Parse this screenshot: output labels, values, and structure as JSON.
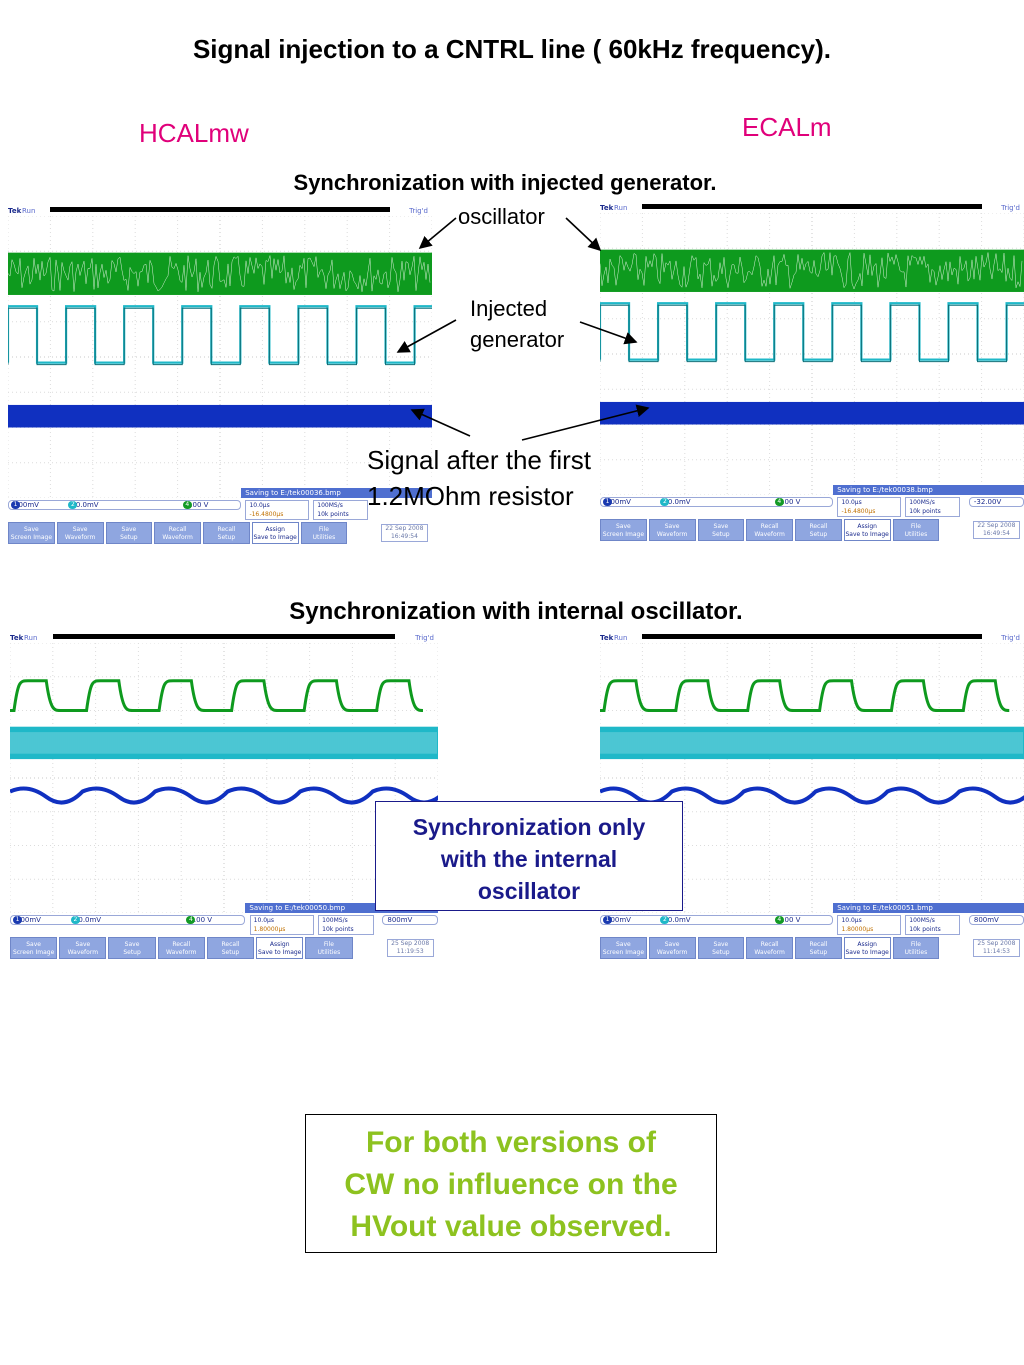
{
  "title": "Signal injection to a  CNTRL line ( 60kHz frequency).",
  "label_left": "HCALmw",
  "label_right": "ECALm",
  "section1_title": "Synchronization with injected generator.",
  "section2_title": "Synchronization with internal oscillator.",
  "annotations": {
    "oscillator": "oscillator",
    "injected_line1": "Injected",
    "injected_line2": "generator",
    "signal_line1": "Signal after the first",
    "signal_line2": "1.2MOhm resistor"
  },
  "internal_note": [
    "Synchronization only",
    "with the internal",
    "oscillator"
  ],
  "conclusion": [
    "For both versions of",
    "CW no influence on the",
    "HVout value observed."
  ],
  "colors": {
    "pink": "#e0007a",
    "green_trace": "#0e9a1e",
    "cyan_trace": "#1fb8c8",
    "blue_trace": "#1030c0",
    "lime_text": "#8dc21f",
    "navy_text": "#1a1a8a"
  },
  "scope_common": {
    "brand": "Tek",
    "state": "Run",
    "trigger": "Trig'd",
    "ch1_scale": "500mV",
    "ch4_scale": "5.00 V",
    "timebase": "10.0µs",
    "buttons": [
      [
        "Save",
        "Screen Image"
      ],
      [
        "Save",
        "Waveform"
      ],
      [
        "Save",
        "Setup"
      ],
      [
        "Recall",
        "Waveform"
      ],
      [
        "Recall",
        "Setup"
      ],
      [
        "Assign",
        "Save to Image"
      ],
      [
        "File",
        "Utilities"
      ]
    ]
  },
  "scopes": [
    {
      "saving": "Saving to E:/tek00036.bmp",
      "ch2_scale": "20.0mV",
      "delay": "-16.4800µs",
      "sample": [
        "100MS/s",
        "10k points"
      ],
      "trig_level": "",
      "date": [
        "22 Sep  2008",
        "16:49:54"
      ]
    },
    {
      "saving": "Saving to E:/tek00038.bmp",
      "ch2_scale": "20.0mV",
      "delay": "-16.4800µs",
      "sample": [
        "100MS/s",
        "10k points"
      ],
      "trig_level": "-32.00V",
      "date": [
        "22 Sep  2008",
        "16:49:54"
      ]
    },
    {
      "saving": "Saving to E:/tek00050.bmp",
      "ch2_scale": "50.0mV",
      "delay": "1.80000µs",
      "sample": [
        "100MS/s",
        "10k points"
      ],
      "trig_level": "800mV",
      "date": [
        "25 Sep  2008",
        "11:19:53"
      ]
    },
    {
      "saving": "Saving to E:/tek00051.bmp",
      "ch2_scale": "50.0mV",
      "delay": "1.80000µs",
      "sample": [
        "100MS/s",
        "10k points"
      ],
      "trig_level": "800mV",
      "date": [
        "25 Sep  2008",
        "11:14:53"
      ]
    }
  ]
}
